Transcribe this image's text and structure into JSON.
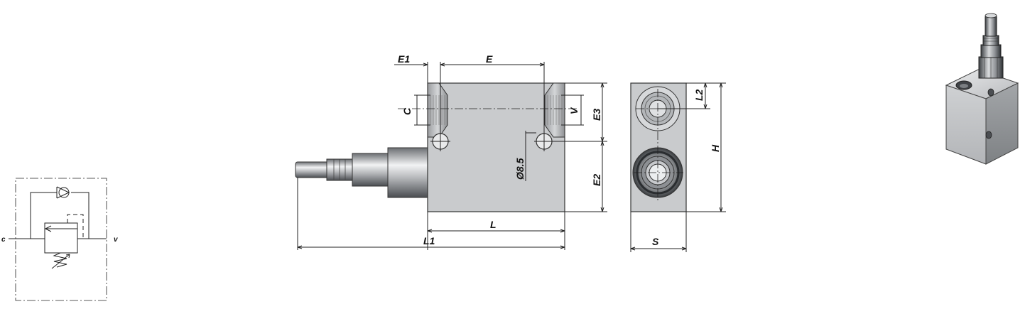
{
  "symbol": {
    "port_left": "c",
    "port_right": "v"
  },
  "dimensions": {
    "E1": "E1",
    "E": "E",
    "C": "C",
    "V": "V",
    "E3": "E3",
    "diameter": "Ø8.5",
    "E2": "E2",
    "L": "L",
    "L1": "L1",
    "L2": "L2",
    "H": "H",
    "S": "S"
  },
  "colors": {
    "body": "#c9cbcd",
    "steel_dark": "#5e6166",
    "steel_light": "#e6e7e8",
    "line": "#222222"
  }
}
